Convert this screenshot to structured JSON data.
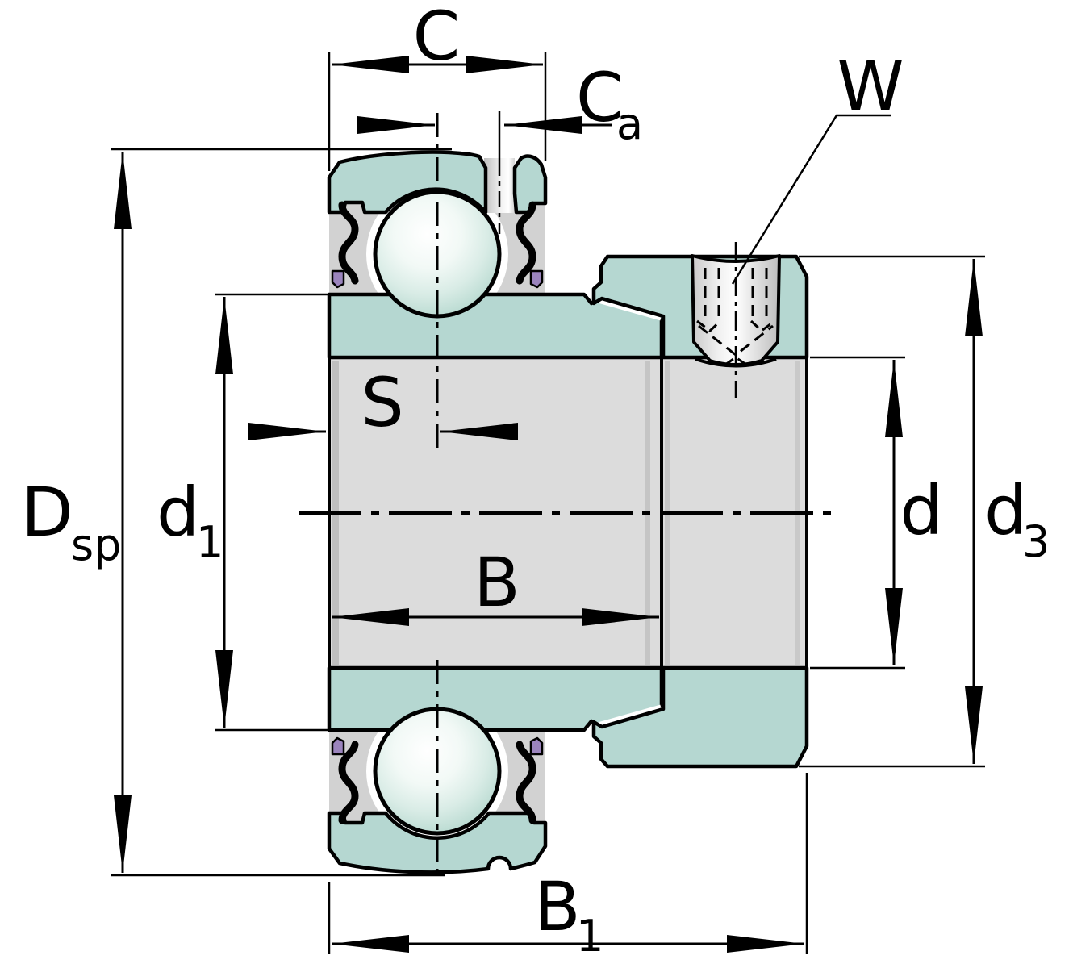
{
  "diagram": {
    "description": "Cross-section drawing of a radial insert ball bearing with spherical outer ring, P-seals, eccentric locking collar and set screw, annotated with catalog dimension letters",
    "labels": {
      "c": {
        "base": "C"
      },
      "ca": {
        "base": "C",
        "sub": "a"
      },
      "w": {
        "base": "W"
      },
      "dsp": {
        "base": "D",
        "sub": "sp"
      },
      "d1": {
        "base": "d",
        "sub": "1"
      },
      "s": {
        "base": "S"
      },
      "b": {
        "base": "B"
      },
      "d": {
        "base": "d"
      },
      "d3": {
        "base": "d",
        "sub": "3"
      },
      "b1": {
        "base": "B",
        "sub": "1"
      }
    },
    "colors": {
      "ring_teal": "#b5d7d1",
      "cavity_gray": "#d2d2d2",
      "bore_gray": "#dcdcdc",
      "seal_purple": "#9b84bd",
      "outline": "#000000",
      "background": "#ffffff"
    }
  }
}
